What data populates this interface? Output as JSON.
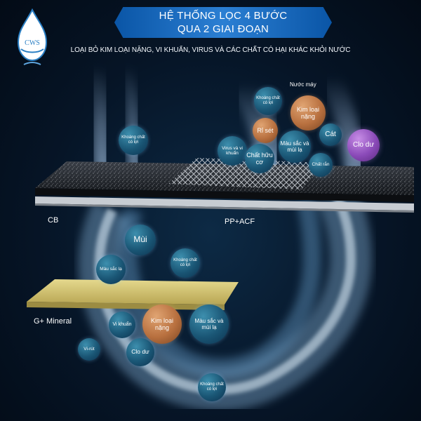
{
  "title": {
    "line1": "HỆ THỐNG LỌC 4 BƯỚC",
    "line2": "QUA 2 GIAI ĐOẠN"
  },
  "subtitle": "LOẠI BỎ KIM LOẠI NẶNG, VI KHUẨN, VIRUS VÀ CÁC CHẤT CÓ HẠI KHÁC KHỎI NƯỚC",
  "logo": {
    "text": "CWS",
    "icon": "water-drop-icon"
  },
  "layers": {
    "cb": "CB",
    "pp_acf": "PP+ACF",
    "g_mineral": "G+ Mineral"
  },
  "source_label": "Nước máy",
  "bubbles": {
    "khoang_chat_top": "Khoáng chất có lợi",
    "kim_loai_top": "Kim loại nặng",
    "ri_set": "Rỉ sét",
    "cat": "Cát",
    "clo_du_top": "Clo dư",
    "khoang_chat_left": "Khoáng chất có lợi",
    "virus": "Virus và vi khuẩn",
    "chat_huu_co": "Chất hữu cơ",
    "mau_sac_top": "Màu sắc và mùi lạ",
    "chat_ran": "Chất rắn",
    "mui": "Mùi",
    "mau_sac_left": "Màu sắc lạ",
    "khoang_chat_mid": "Khoáng chất có lợi",
    "vi_khuan": "Vi khuẩn",
    "kim_loai_bottom": "Kim loại nặng",
    "mau_sac_bottom": "Màu sắc và mùi lạ",
    "virut": "Vi-rút",
    "clo_du_bottom": "Clo dư",
    "khoang_chat_bottom": "Khoáng chất có lợi"
  },
  "colors": {
    "banner": "#1f6fc4",
    "teal_bubble": "#1a5675",
    "brown_bubble": "#b8703f",
    "purple_bubble": "#8a4ab8",
    "mineral_layer": "#d6c97c"
  }
}
